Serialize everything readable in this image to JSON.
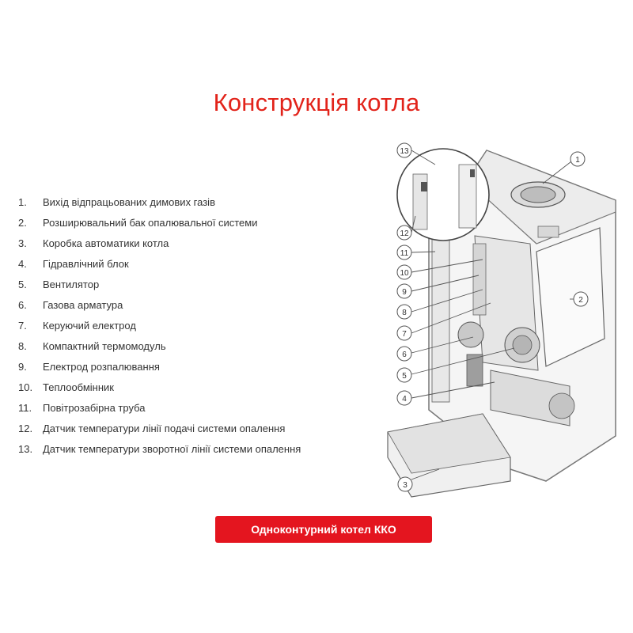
{
  "title": "Конструкція котла",
  "parts": [
    {
      "num": "1.",
      "label": "Вихід відпрацьованих димових газів"
    },
    {
      "num": "2.",
      "label": "Розширювальний бак опалювальної системи"
    },
    {
      "num": "3.",
      "label": "Коробка автоматики котла"
    },
    {
      "num": "4.",
      "label": "Гідравлічний блок"
    },
    {
      "num": "5.",
      "label": "Вентилятор"
    },
    {
      "num": "6.",
      "label": "Газова арматура"
    },
    {
      "num": "7.",
      "label": "Керуючий електрод"
    },
    {
      "num": "8.",
      "label": "Компактний термомодуль"
    },
    {
      "num": "9.",
      "label": "Електрод розпалювання"
    },
    {
      "num": "10.",
      "label": "Теплообмінник"
    },
    {
      "num": "11.",
      "label": "Повітрозабірна труба"
    },
    {
      "num": "12.",
      "label": "Датчик температури лінії подачі системи опалення"
    },
    {
      "num": "13.",
      "label": "Датчик температури зворотної лінії системи опалення"
    }
  ],
  "diagram": {
    "callouts": [
      "1",
      "2",
      "3",
      "4",
      "5",
      "6",
      "7",
      "8",
      "9",
      "10",
      "11",
      "12",
      "13"
    ]
  },
  "badge": "Одноконтурний котел ККО",
  "colors": {
    "accent": "#e2231a",
    "badge": "#e4151f",
    "text": "#333333",
    "line": "#555555"
  }
}
